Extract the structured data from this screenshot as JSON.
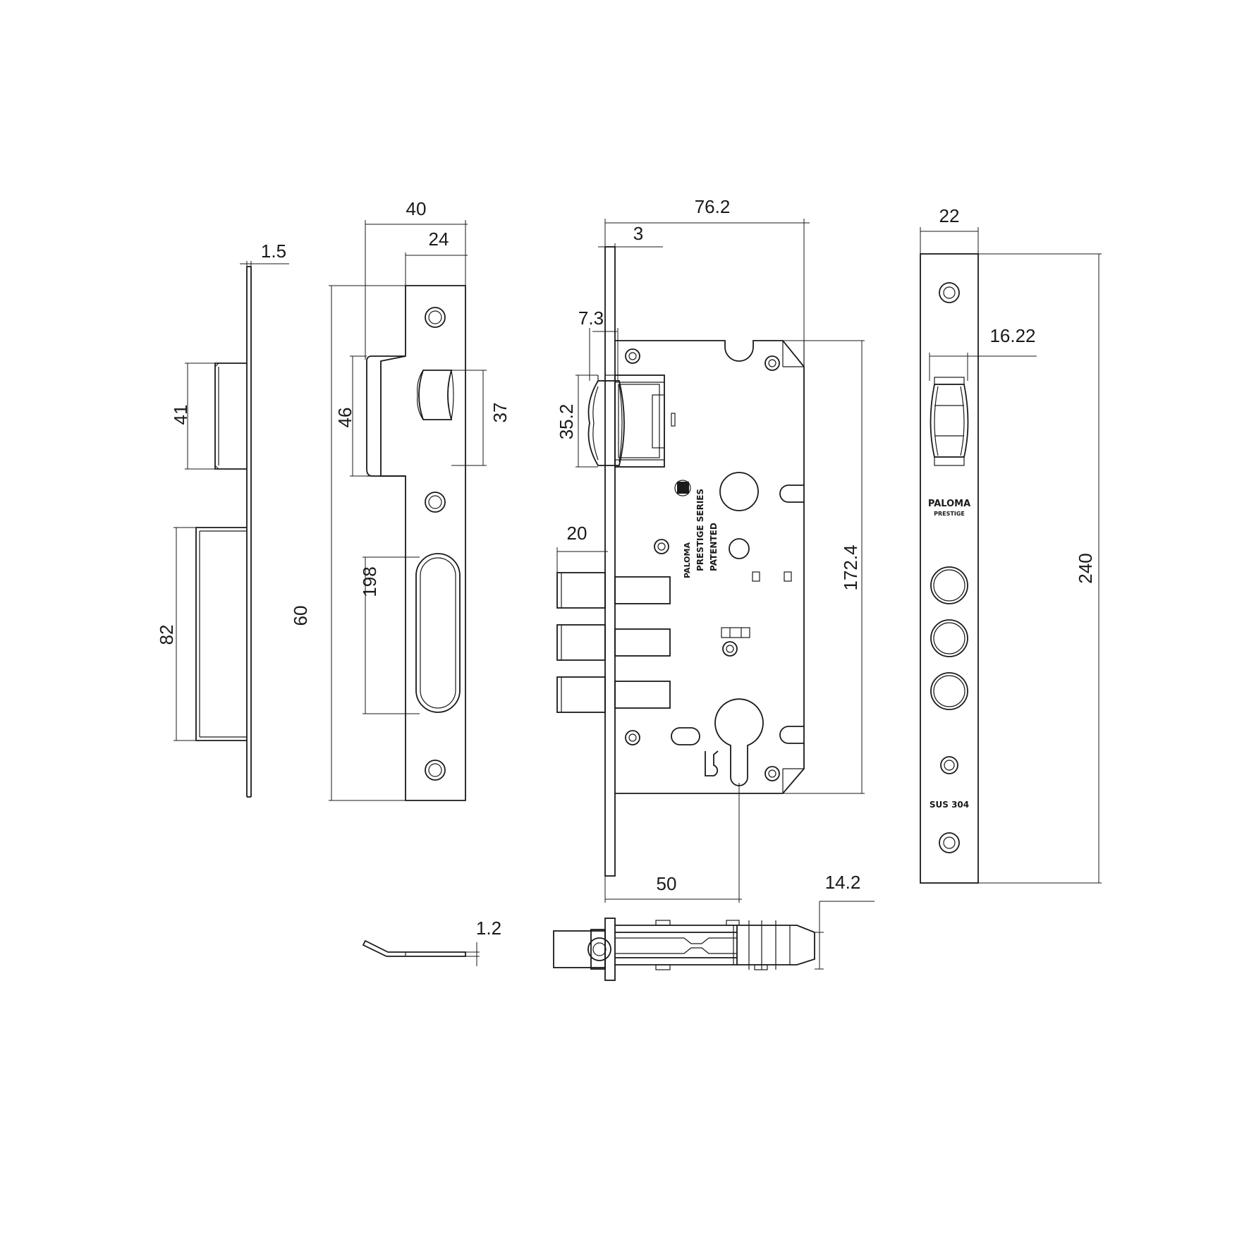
{
  "dimensions": {
    "strike_thickness": "1.5",
    "strike_upper_pocket": "41",
    "strike_lower_pocket": "82",
    "plate_width": "40",
    "plate_inner_width": "24",
    "plate_latch_opening": "46",
    "plate_height": "60",
    "plate_window_height": "37",
    "plate_slot_height": "198",
    "case_width": "76.2",
    "faceplate_thickness": "3",
    "latch_projection": "7.3",
    "latch_height": "35.2",
    "bolt_throw": "20",
    "case_height": "172.4",
    "backset": "50",
    "case_depth": "14.2",
    "spring_thickness": "1.2",
    "faceplate_width": "22",
    "faceplate_latch_width": "16.22",
    "faceplate_length": "240"
  },
  "markings": {
    "case_brand": "PALOMA",
    "case_series": "PRESTIGE SERIES",
    "case_patented": "PATENTED",
    "faceplate_brand": "PALOMA",
    "faceplate_series": "PRESTIGE",
    "faceplate_material": "SUS 304"
  }
}
